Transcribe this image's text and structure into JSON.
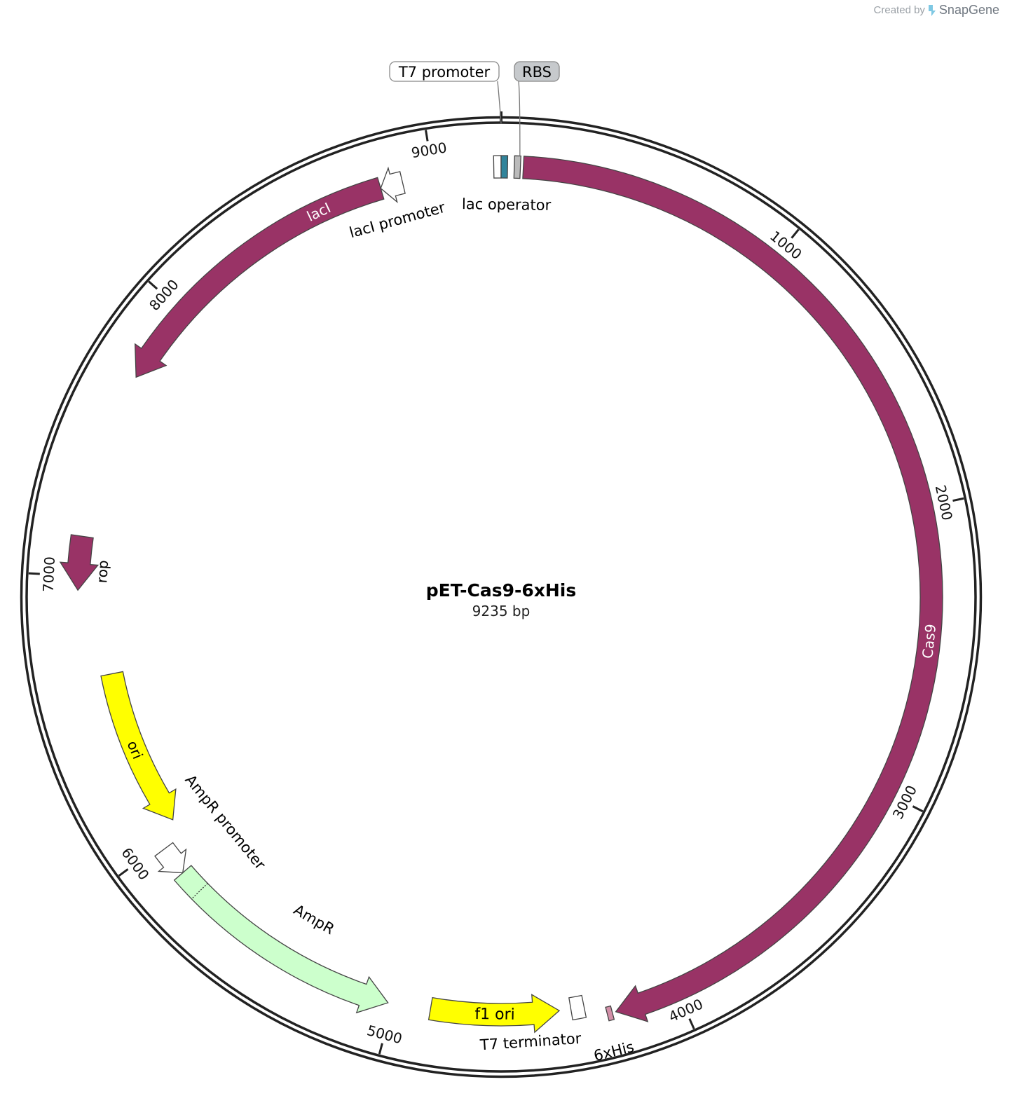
{
  "credit": {
    "prefix": "Created by",
    "brand": "SnapGene"
  },
  "plasmid": {
    "name": "pET-Cas9-6xHis",
    "size_label": "9235 bp",
    "length": 9235
  },
  "ticks": [
    {
      "pos": 1000,
      "label": "1000"
    },
    {
      "pos": 2000,
      "label": "2000"
    },
    {
      "pos": 3000,
      "label": "3000"
    },
    {
      "pos": 4000,
      "label": "4000"
    },
    {
      "pos": 5000,
      "label": "5000"
    },
    {
      "pos": 6000,
      "label": "6000"
    },
    {
      "pos": 7000,
      "label": "7000"
    },
    {
      "pos": 8000,
      "label": "8000"
    },
    {
      "pos": 9000,
      "label": "9000"
    }
  ],
  "features": [
    {
      "id": "cas9",
      "label": "Cas9",
      "type": "cds",
      "start": 76,
      "end": 4221,
      "direction": 1,
      "color": "#993366",
      "label_inside": true
    },
    {
      "id": "6xhis",
      "label": "6xHis",
      "type": "tag",
      "start": 4233,
      "end": 4251,
      "direction": 1,
      "color": "#d38fa8",
      "label_inside": false
    },
    {
      "id": "t7-terminator",
      "label": "T7 terminator",
      "type": "terminator",
      "start": 4324,
      "end": 4371,
      "direction": 0,
      "color": "#ffffff",
      "label_inside": false
    },
    {
      "id": "f1-ori",
      "label": "f1 ori",
      "type": "origin",
      "start": 4412,
      "end": 4867,
      "direction": -1,
      "color": "#ffff00",
      "label_inside": true
    },
    {
      "id": "ampr",
      "label": "AmpR",
      "type": "cds",
      "start": 5017,
      "end": 5877,
      "direction": -1,
      "color": "#ccffcc",
      "label_inside": false
    },
    {
      "id": "ampr-promoter",
      "label": "AmpR promoter",
      "type": "promoter",
      "start": 5877,
      "end": 5982,
      "direction": -1,
      "color": "#ffffff",
      "label_inside": false
    },
    {
      "id": "ori",
      "label": "ori",
      "type": "origin",
      "start": 6050,
      "end": 6640,
      "direction": -1,
      "color": "#ffff00",
      "label_inside": true
    },
    {
      "id": "rop",
      "label": "rop",
      "type": "cds",
      "start": 6950,
      "end": 7138,
      "direction": -1,
      "color": "#993366",
      "label_inside": false
    },
    {
      "id": "laci",
      "label": "lacI",
      "type": "cds",
      "start": 7723,
      "end": 8814,
      "direction": -1,
      "color": "#993366",
      "label_inside": true
    },
    {
      "id": "laci-promoter",
      "label": "lacI promoter",
      "type": "promoter",
      "start": 8814,
      "end": 8892,
      "direction": -1,
      "color": "#ffffff",
      "label_inside": false
    },
    {
      "id": "lac-operator",
      "label": "lac operator",
      "type": "protein_bind",
      "start": 9210,
      "end": 9235,
      "direction": 0,
      "color": "#ffffff",
      "label_inside": false
    },
    {
      "id": "lac-operator-2",
      "label": "",
      "type": "protein_bind",
      "start": 0,
      "end": 22,
      "direction": 0,
      "color": "#31849b",
      "label_inside": false
    },
    {
      "id": "rbs",
      "label": "RBS",
      "type": "rbs",
      "start": 45,
      "end": 66,
      "direction": 0,
      "color": "#bbbbbb",
      "label_inside": false
    },
    {
      "id": "t7-promoter",
      "label": "T7 promoter",
      "type": "promoter",
      "start": 0,
      "end": 19,
      "direction": 1,
      "color": "#ffffff",
      "label_inside": false
    }
  ],
  "callouts": [
    {
      "feature": "t7-promoter",
      "label": "T7 promoter",
      "fill": "#ffffff"
    },
    {
      "feature": "rbs",
      "label": "RBS",
      "fill": "#c6c9cc"
    }
  ]
}
